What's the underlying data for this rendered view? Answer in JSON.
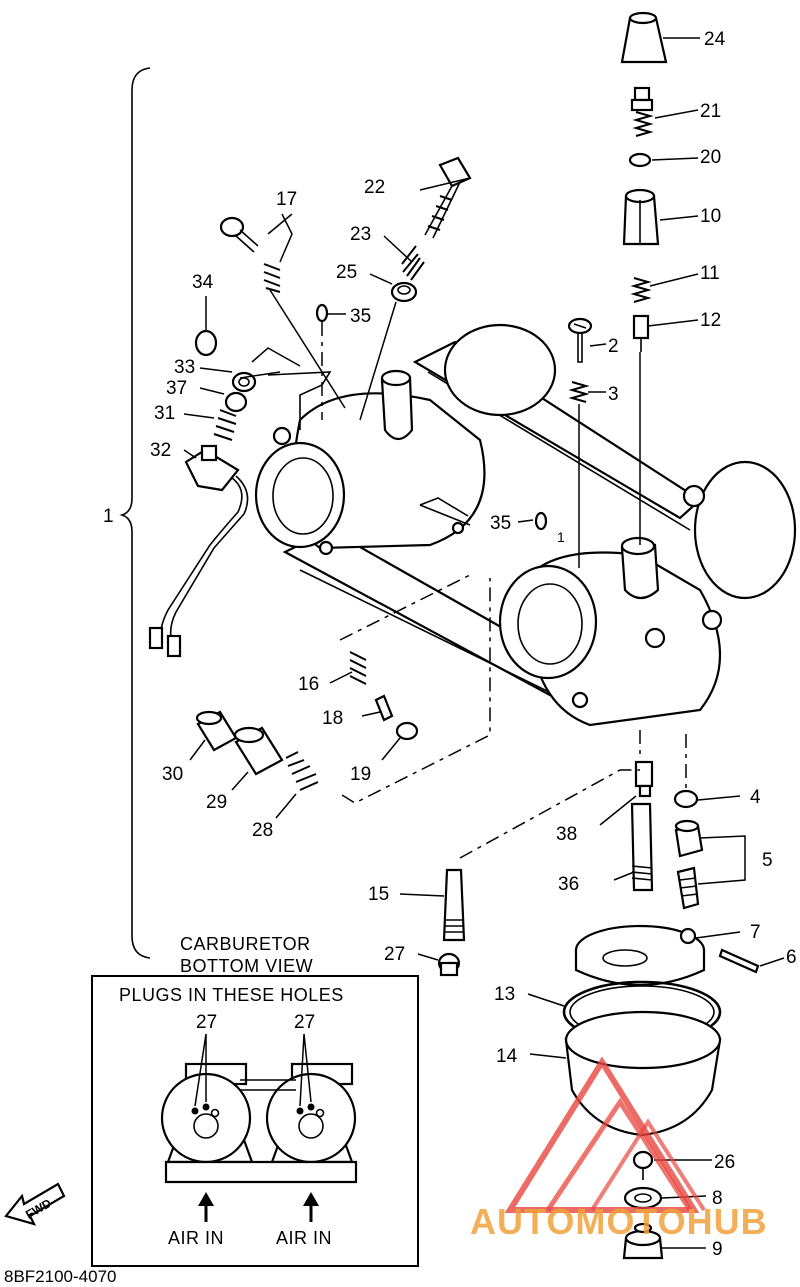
{
  "figure": {
    "section_label": "CARBURETOR",
    "section_label_2": "BOTTOM VIEW",
    "inset_title": "PLUGS IN THESE HOLES",
    "inset_callout_left": "27",
    "inset_callout_right": "27",
    "air_in_left": "AIR IN",
    "air_in_right": "AIR IN",
    "fwd_label": "FWD",
    "drawing_code": "8BF2100-4070",
    "assembly_callout": "1"
  },
  "callouts": {
    "c1b": "1",
    "c2": "2",
    "c3": "3",
    "c4": "4",
    "c5": "5",
    "c6": "6",
    "c7": "7",
    "c8": "8",
    "c9": "9",
    "c10": "10",
    "c11": "11",
    "c12": "12",
    "c13": "13",
    "c14": "14",
    "c15": "15",
    "c16": "16",
    "c17": "17",
    "c18": "18",
    "c19": "19",
    "c20": "20",
    "c21": "21",
    "c22": "22",
    "c23": "23",
    "c24": "24",
    "c25": "25",
    "c26": "26",
    "c27": "27",
    "c28": "28",
    "c29": "29",
    "c30": "30",
    "c31": "31",
    "c32": "32",
    "c33": "33",
    "c34": "34",
    "c35a": "35",
    "c35b": "35",
    "c36": "36",
    "c37": "37",
    "c38": "38"
  },
  "watermark": {
    "text": "AUTOMOTOHUB",
    "color": "#e8463f",
    "accent_color": "#f0a23c"
  }
}
